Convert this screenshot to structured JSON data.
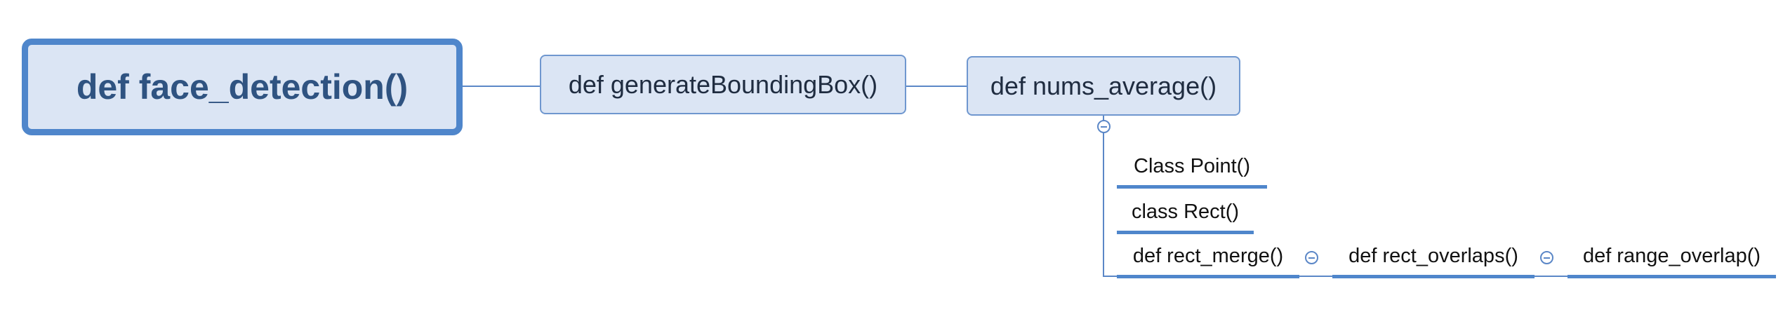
{
  "mindmap": {
    "root": {
      "label": "def face_detection()"
    },
    "children": [
      {
        "label": "def generateBoundingBox()"
      },
      {
        "label": "def nums_average()"
      }
    ],
    "subtopics": [
      {
        "label": "Class Point()"
      },
      {
        "label": "class Rect()"
      },
      {
        "label": "def rect_merge()"
      },
      {
        "label": "def rect_overlaps()"
      },
      {
        "label": "def range_overlap()"
      }
    ]
  },
  "icons": {
    "collapse": "collapse-circle-icon"
  },
  "colors": {
    "root_fill": "#dbe5f4",
    "root_border": "#4f86cb",
    "root_text": "#2f5381",
    "topic_fill": "#dbe5f4",
    "topic_border": "#6f97cf",
    "connector": "#5b87c7"
  }
}
